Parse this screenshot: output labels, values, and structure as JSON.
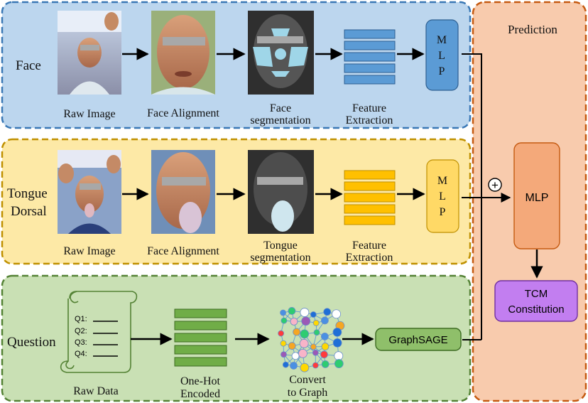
{
  "face": {
    "label": "Face",
    "steps": {
      "raw": "Raw Image",
      "align": "Face Alignment",
      "seg1": "Face",
      "seg2": "segmentation",
      "feat1": "Feature",
      "feat2": "Extraction"
    },
    "mlp": [
      "M",
      "L",
      "P"
    ]
  },
  "tongue": {
    "label1": "Tongue",
    "label2": "Dorsal",
    "steps": {
      "raw": "Raw Image",
      "align": "Face Alignment",
      "seg1": "Tongue",
      "seg2": "segmentation",
      "feat1": "Feature",
      "feat2": "Extraction"
    },
    "mlp": [
      "M",
      "L",
      "P"
    ]
  },
  "question": {
    "label": "Question",
    "scroll_items": [
      "Q1:",
      "Q2:",
      "Q3:",
      "Q4:"
    ],
    "raw_data": "Raw Data",
    "onehot1": "One-Hot",
    "onehot2": "Encoded",
    "graph1": "Convert",
    "graph2": "to Graph",
    "graphsage": "GraphSAGE"
  },
  "prediction": {
    "title": "Prediction",
    "concat_symbol": "+",
    "mlp": "MLP",
    "out1": "TCM",
    "out2": "Constitution"
  },
  "colors": {
    "face_bg": "#bcd6ee",
    "face_border": "#3a78b5",
    "tongue_bg": "#fde9a6",
    "tongue_border": "#bf9000",
    "question_bg": "#c9e0b4",
    "question_border": "#548235",
    "pred_bg": "#f8cbad",
    "pred_border": "#c55a11",
    "feat_blue": "#5b9bd5",
    "feat_yellow": "#ffc000",
    "feat_green": "#70ad47",
    "out_purple": "#c27ef0",
    "mlp_orange": "#f4a97a"
  }
}
